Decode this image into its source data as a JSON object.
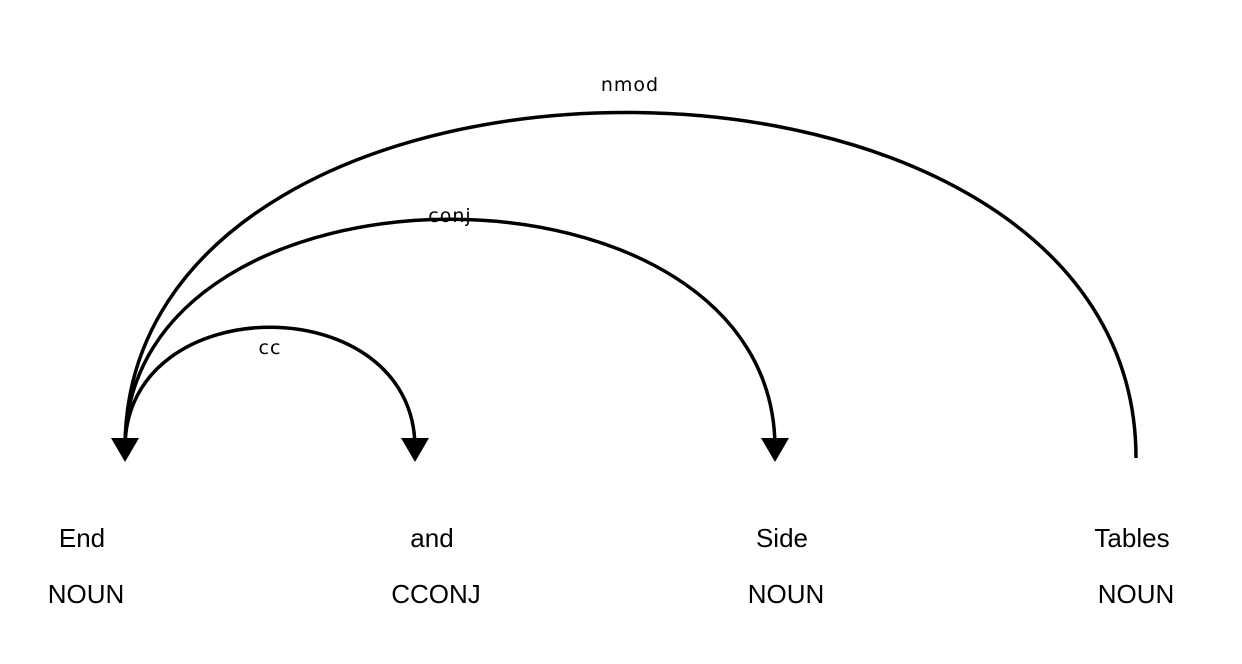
{
  "tokens": [
    {
      "text": "End",
      "tag": "NOUN"
    },
    {
      "text": "and",
      "tag": "CCONJ"
    },
    {
      "text": "Side",
      "tag": "NOUN"
    },
    {
      "text": "Tables",
      "tag": "NOUN"
    }
  ],
  "arcs": [
    {
      "label": "cc",
      "from": 0,
      "to": 1,
      "arrow_at": 1
    },
    {
      "label": "conj",
      "from": 0,
      "to": 2,
      "arrow_at": 2
    },
    {
      "label": "nmod",
      "from": 0,
      "to": 3,
      "arrow_at": 0
    }
  ],
  "colors": {
    "ink": "#000000",
    "background": "#ffffff"
  }
}
